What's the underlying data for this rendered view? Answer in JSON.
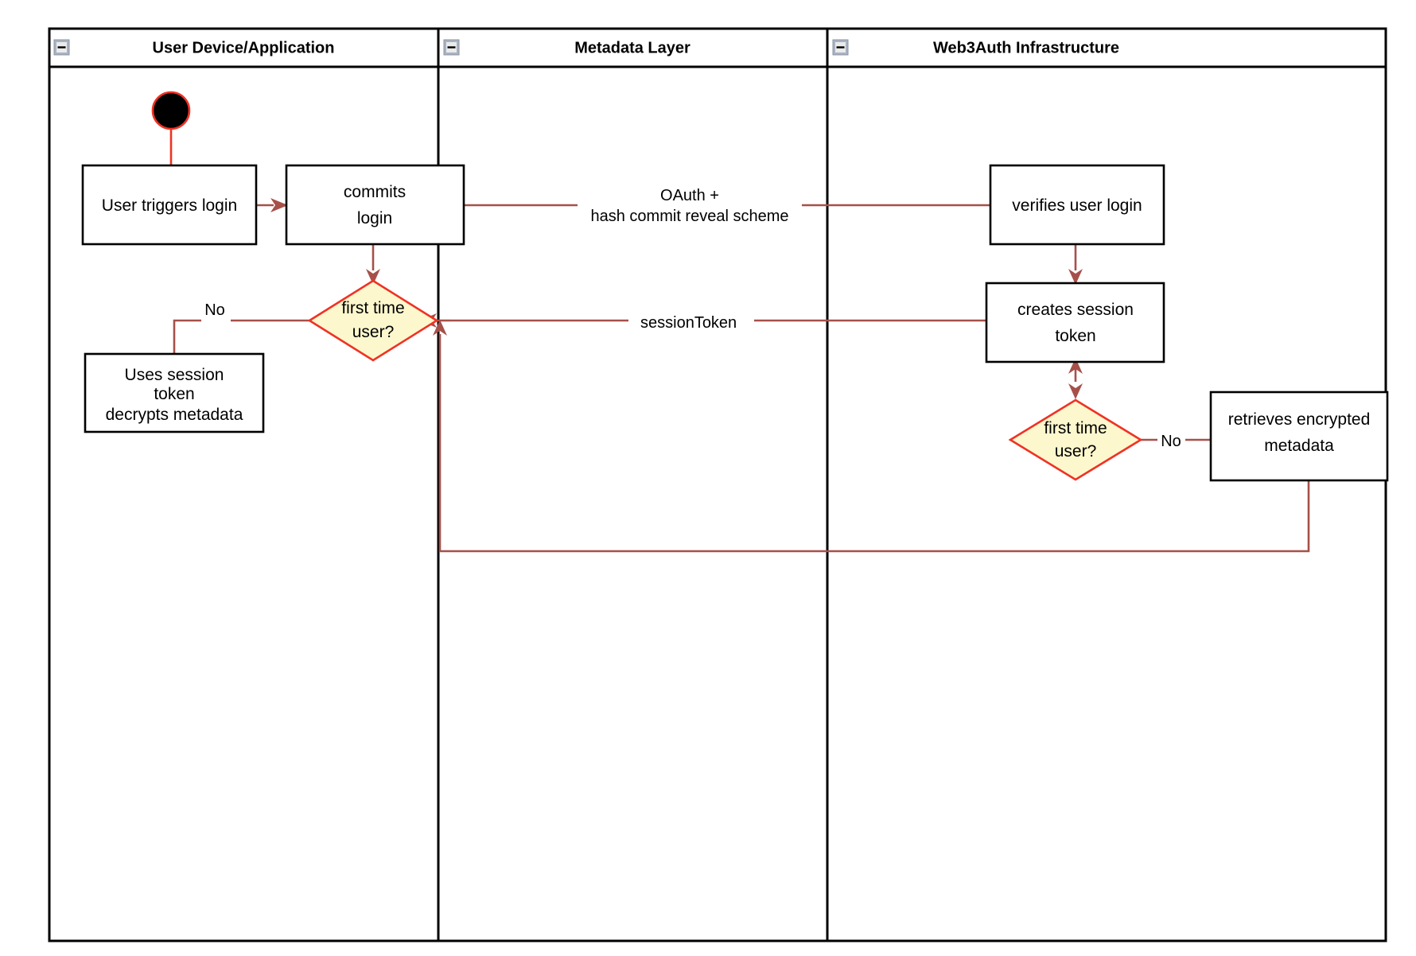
{
  "diagram": {
    "type": "uml-activity-swimlane",
    "title": "",
    "lanes": [
      {
        "id": "user-device",
        "label": "User Device/Application",
        "collapse_icon": "collapse-minus-icon"
      },
      {
        "id": "metadata-layer",
        "label": "Metadata Layer",
        "collapse_icon": "collapse-minus-icon"
      },
      {
        "id": "web3auth",
        "label": "Web3Auth Infrastructure",
        "collapse_icon": "collapse-minus-icon"
      }
    ],
    "nodes": [
      {
        "id": "start",
        "kind": "initial-node",
        "lane": "user-device",
        "label": ""
      },
      {
        "id": "user-triggers-login",
        "kind": "action",
        "lane": "user-device",
        "label": "User triggers login"
      },
      {
        "id": "commits-login",
        "kind": "action",
        "lane": "user-device",
        "label_line1": "commits",
        "label_line2": "login"
      },
      {
        "id": "first-time-user-client",
        "kind": "decision",
        "lane": "user-device",
        "label_line1": "first time",
        "label_line2": "user?"
      },
      {
        "id": "uses-session-token",
        "kind": "action",
        "lane": "user-device",
        "label_line1": "Uses session",
        "label_line2": "token",
        "label_line3": "decrypts metadata"
      },
      {
        "id": "verifies-user-login",
        "kind": "action",
        "lane": "web3auth",
        "label": "verifies user login"
      },
      {
        "id": "creates-session-token",
        "kind": "action",
        "lane": "web3auth",
        "label_line1": "creates session",
        "label_line2": "token"
      },
      {
        "id": "first-time-user-server",
        "kind": "decision",
        "lane": "web3auth",
        "label_line1": "first time",
        "label_line2": "user?"
      },
      {
        "id": "retrieves-encrypted-metadata",
        "kind": "action",
        "lane": "web3auth",
        "label_line1": "retrieves encrypted",
        "label_line2": "metadata"
      }
    ],
    "edges": [
      {
        "id": "start-to-trigger",
        "from": "start",
        "to": "user-triggers-login",
        "label": ""
      },
      {
        "id": "trigger-to-commits",
        "from": "user-triggers-login",
        "to": "commits-login",
        "label": ""
      },
      {
        "id": "commits-to-verifies",
        "from": "commits-login",
        "to": "verifies-user-login",
        "label_line1": "OAuth +",
        "label_line2": "hash commit reveal scheme"
      },
      {
        "id": "commits-to-decision",
        "from": "commits-login",
        "to": "first-time-user-client",
        "label": ""
      },
      {
        "id": "decision-no-to-uses-token",
        "from": "first-time-user-client",
        "to": "uses-session-token",
        "label": "No"
      },
      {
        "id": "verifies-to-creates",
        "from": "verifies-user-login",
        "to": "creates-session-token",
        "label": ""
      },
      {
        "id": "creates-to-client-decision",
        "from": "creates-session-token",
        "to": "first-time-user-client",
        "label": "sessionToken"
      },
      {
        "id": "creates-to-server-decision",
        "from": "creates-session-token",
        "to": "first-time-user-server",
        "label": ""
      },
      {
        "id": "server-decision-no-to-retrieves",
        "from": "first-time-user-server",
        "to": "retrieves-encrypted-metadata",
        "label": "No"
      },
      {
        "id": "retrieves-back-to-client-decision",
        "from": "retrieves-encrypted-metadata",
        "to": "first-time-user-client",
        "label": ""
      }
    ],
    "colors": {
      "lane_border": "#000000",
      "node_border": "#000000",
      "node_fill": "#ffffff",
      "decision_fill": "#fdf7cd",
      "decision_border": "#ef3224",
      "flow": "#a65049",
      "start_ring": "#ef3224",
      "start_fill": "#000000",
      "background": "#ffffff"
    }
  }
}
